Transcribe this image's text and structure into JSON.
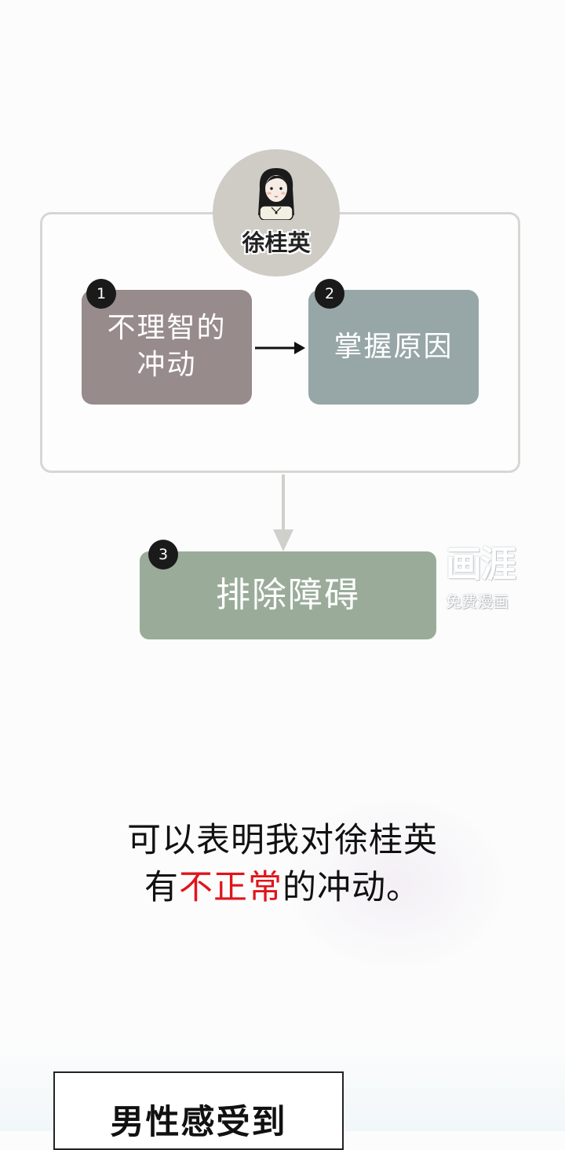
{
  "flowchart": {
    "person_name": "徐桂英",
    "steps": [
      {
        "number": "1",
        "label_line1": "不理智的",
        "label_line2": "冲动",
        "color": "#978b8c"
      },
      {
        "number": "2",
        "label_line1": "掌握原因",
        "color": "#97a6a7"
      },
      {
        "number": "3",
        "label_line1": "排除障碍",
        "color": "#9aab9a"
      }
    ]
  },
  "watermark": {
    "logo": "画涯",
    "sub": "免费漫画"
  },
  "caption": {
    "line1": "可以表明我对徐桂英",
    "line2_prefix": "有",
    "line2_highlight": "不正常",
    "line2_suffix": "的冲动。",
    "highlight_color": "#e0141b"
  },
  "next_panel": {
    "text": "男性感受到"
  }
}
